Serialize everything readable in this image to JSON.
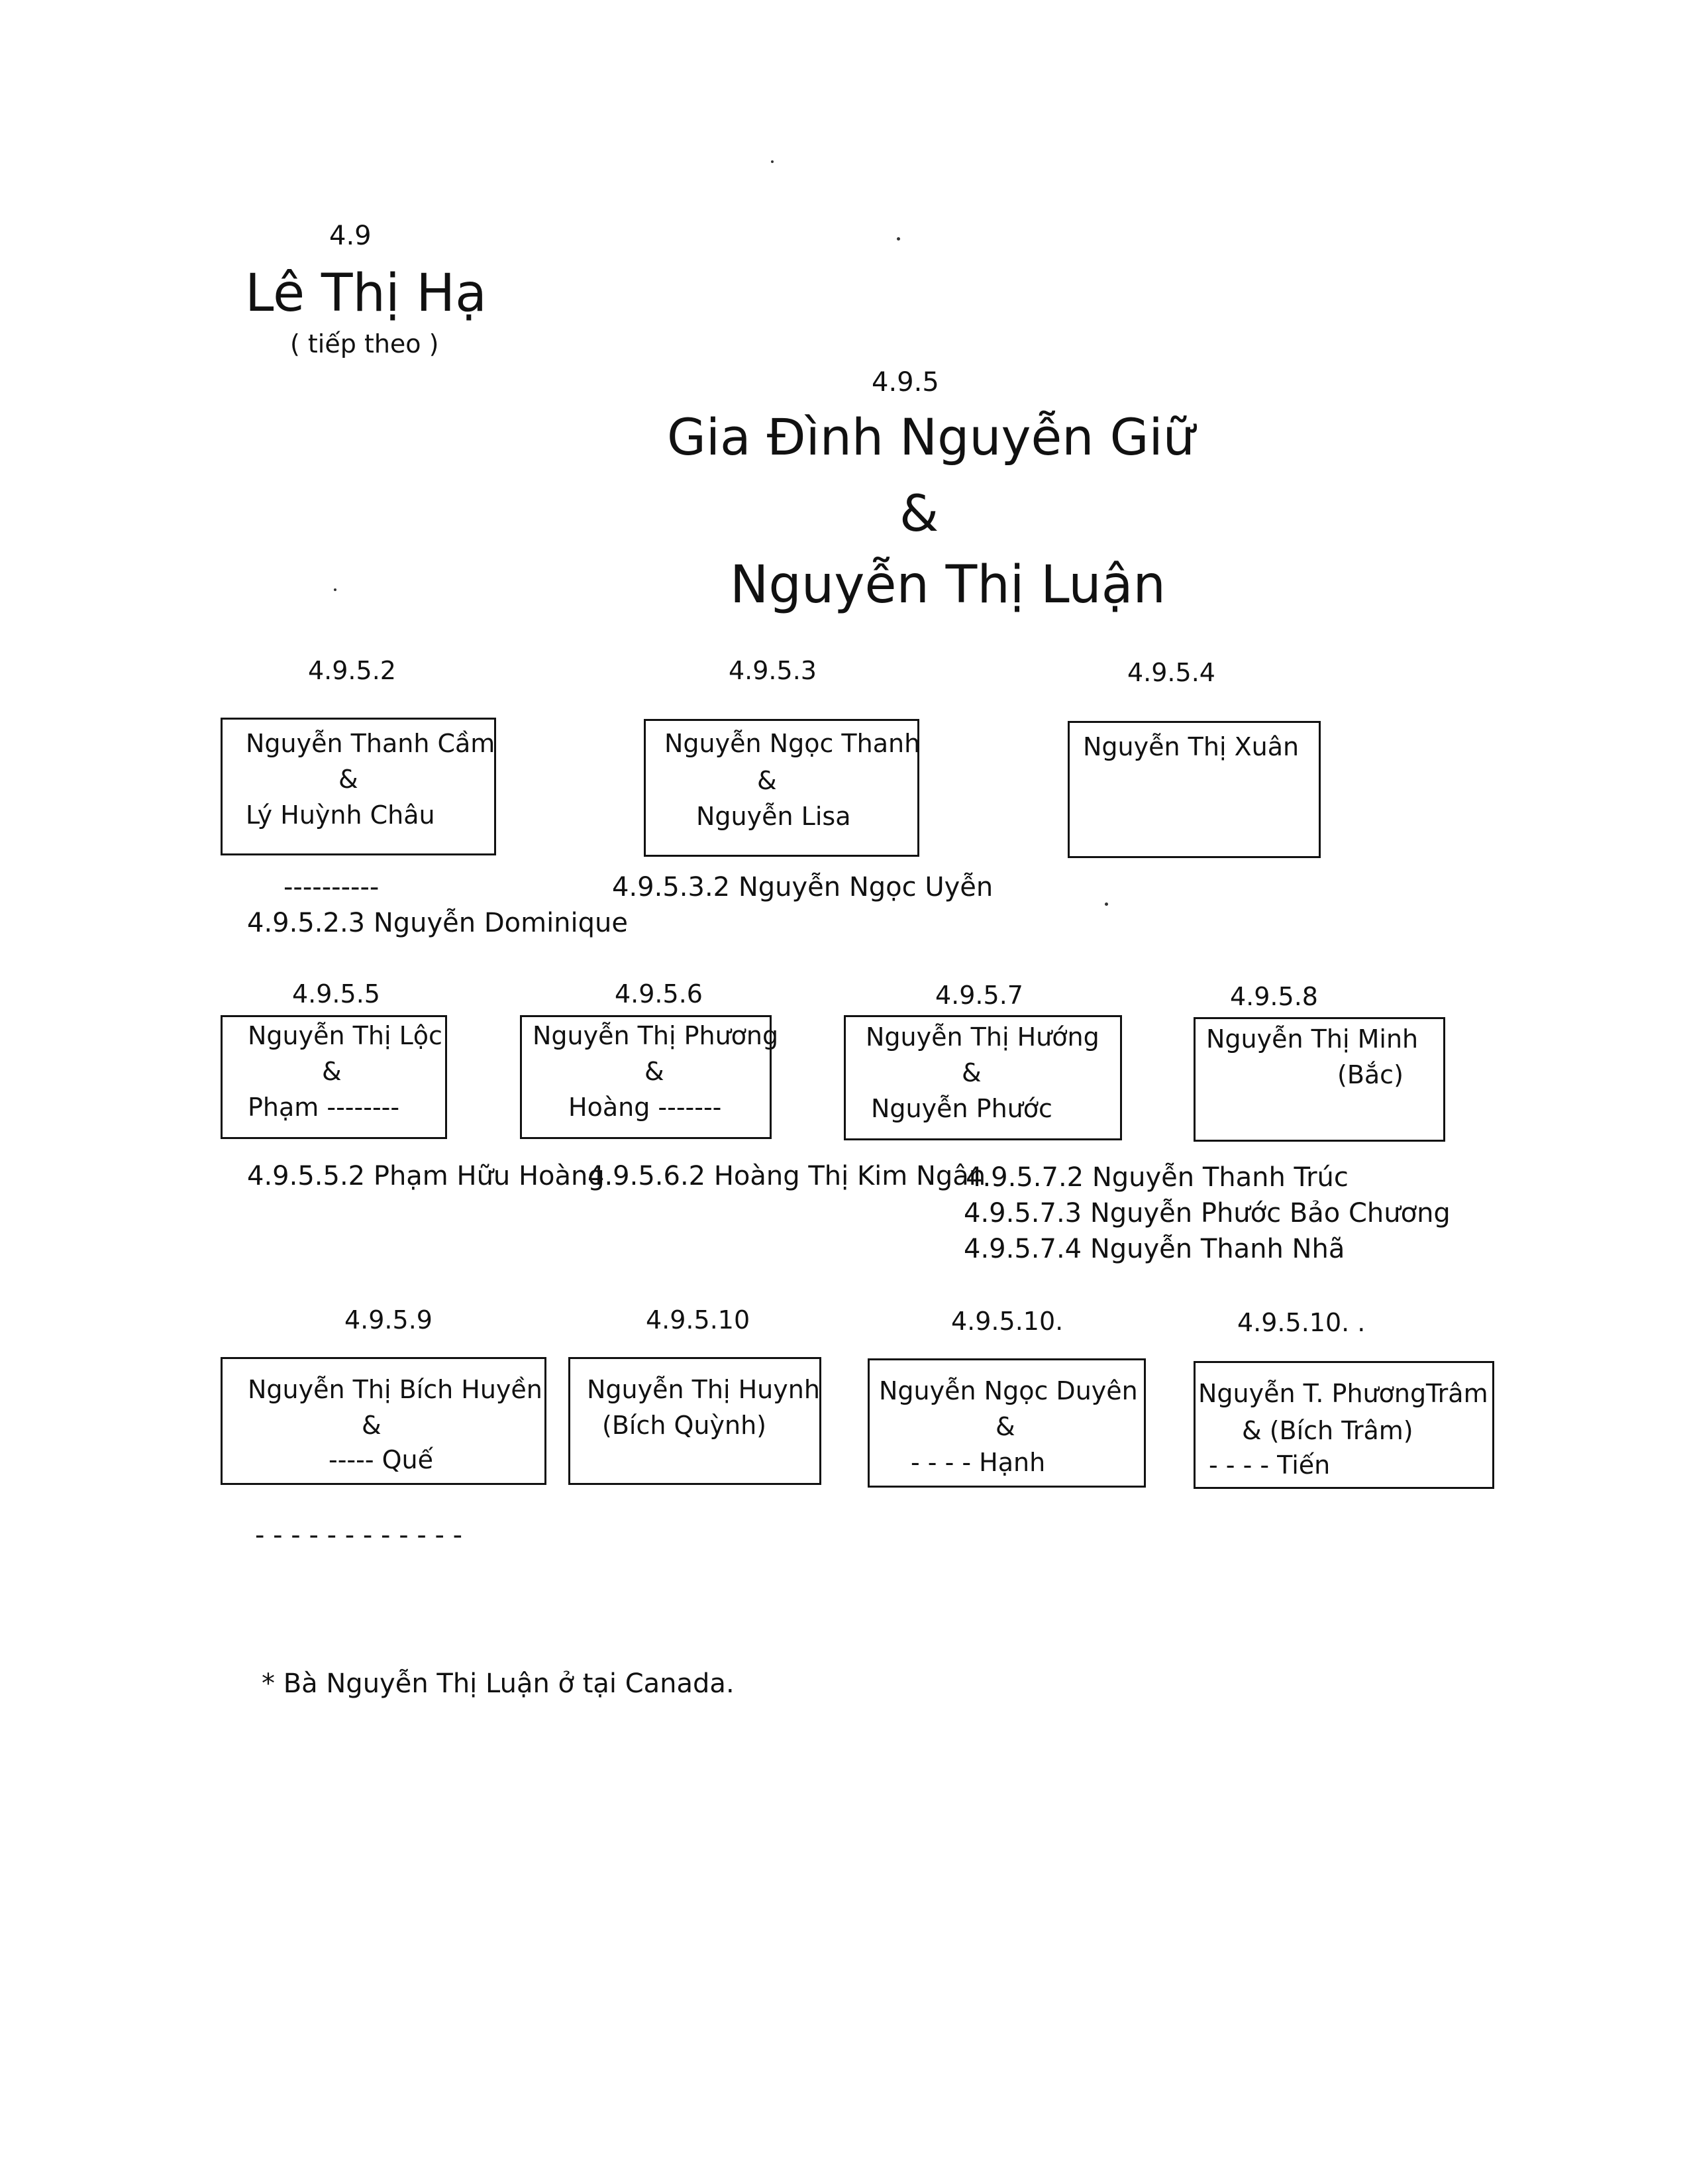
{
  "header": {
    "section_number": "4.9",
    "name": "Lê Thị Hạ",
    "continued": "( tiếp theo )"
  },
  "family": {
    "number": "4.9.5",
    "title_line1": "Gia Đình Nguyễn Giữ",
    "ampersand": "&",
    "title_line2": "Nguyễn Thị Luận"
  },
  "members": [
    {
      "number": "4.9.5.2",
      "line1": "Nguyễn Thanh Cầm",
      "line2": "&",
      "line3": "Lý Huỳnh Châu"
    },
    {
      "number": "4.9.5.3",
      "line1": "Nguyễn Ngọc Thanh",
      "line2": "&",
      "line3": "Nguyễn Lisa"
    },
    {
      "number": "4.9.5.4",
      "line1": "Nguyễn Thị Xuân"
    },
    {
      "number": "4.9.5.5",
      "line1": "Nguyễn Thị Lộc",
      "line2": "&",
      "line3": "Phạm --------"
    },
    {
      "number": "4.9.5.6",
      "line1": "Nguyễn Thị Phương",
      "line2": "&",
      "line3": "Hoàng -------"
    },
    {
      "number": "4.9.5.7",
      "line1": "Nguyễn Thị Hướng",
      "line2": "&",
      "line3": "Nguyễn Phước"
    },
    {
      "number": "4.9.5.8",
      "line1": "Nguyễn Thị Minh",
      "line2": "(Bắc)"
    },
    {
      "number": "4.9.5.9",
      "line1": "Nguyễn Thị Bích Huyền",
      "line2": "&",
      "line3": "----- Quế"
    },
    {
      "number": "4.9.5.10",
      "line1": "Nguyễn Thị Huynh",
      "line2": "(Bích Quỳnh)"
    },
    {
      "number": "4.9.5.10.",
      "line1": "Nguyễn Ngọc Duyên",
      "line2": "&",
      "line3": "- - - - Hạnh"
    },
    {
      "number": "4.9.5.10. .",
      "line1": "Nguyễn T. PhươngTrâm",
      "line2": "&    (Bích Trâm)",
      "line3": "- - - - Tiến"
    }
  ],
  "children": {
    "dash_row1": "----------",
    "c_4_9_5_2_3": "4.9.5.2.3 Nguyễn Dominique",
    "c_4_9_5_3_2": "4.9.5.3.2  Nguyễn Ngọc Uyễn",
    "c_4_9_5_5_2": "4.9.5.5.2 Phạm Hữu Hoàng",
    "c_4_9_5_6_2": "4.9.5.6.2 Hoàng Thị Kim Ngân",
    "c_4_9_5_7_2": "4.9.5.7.2 Nguyễn Thanh Trúc",
    "c_4_9_5_7_3": "4.9.5.7.3 Nguyễn Phước Bảo Chương",
    "c_4_9_5_7_4": "4.9.5.7.4 Nguyễn Thanh Nhã",
    "dash_row4": "-      - - - - - - - - - - -"
  },
  "footnote": "* Bà Nguyễn Thị Luận ở tại Canada."
}
